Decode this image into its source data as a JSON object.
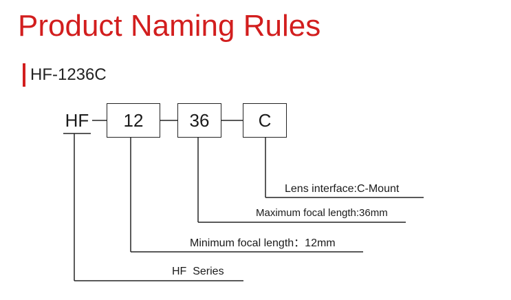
{
  "title": "Product Naming Rules",
  "model": "HF-1236C",
  "code": {
    "prefix": "HF",
    "segments": [
      "12",
      "36",
      "C"
    ]
  },
  "descriptions": {
    "interface": "Lens interface:C-Mount",
    "max_focal": "Maximum focal length:36mm",
    "min_focal": "Minimum focal length：12mm",
    "series": "HF  Series"
  },
  "colors": {
    "accent": "#d21e1e",
    "line": "#222222"
  }
}
